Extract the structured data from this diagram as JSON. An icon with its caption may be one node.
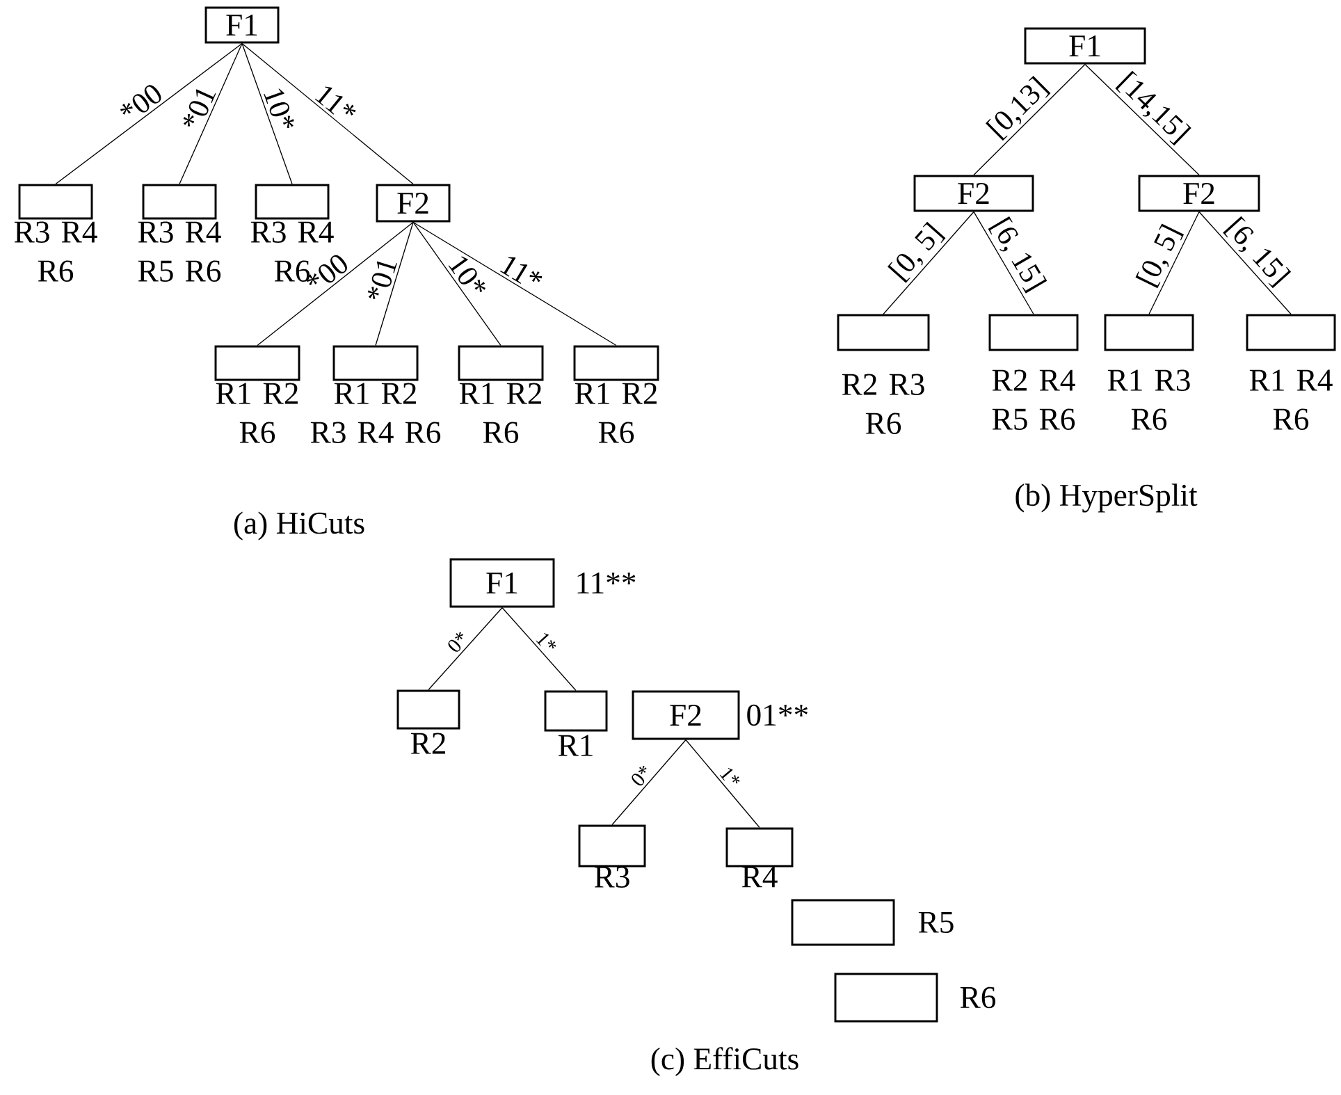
{
  "diagram": {
    "nodes": [
      {
        "text": [
          "F1"
        ]
      },
      {
        "text": [],
        "shape": "box",
        "beside": [
          "R3 R4 R6"
        ]
      },
      {
        "text": [],
        "shape": "box",
        "beside": [
          "R3 R4 R5 R6"
        ]
      },
      {
        "text": [],
        "shape": "box",
        "beside": [
          "R3 R4 R6"
        ]
      },
      {
        "text": [
          "F2"
        ]
      },
      {
        "text": [],
        "shape": "box",
        "beside": [
          "R1 R2 R6"
        ]
      },
      {
        "text": [],
        "shape": "box",
        "beside": [
          "R1 R2 R3 R4 R6"
        ]
      },
      {
        "text": [],
        "shape": "box",
        "beside": [
          "R1 R2 R6"
        ]
      },
      {
        "text": [],
        "shape": "box",
        "beside": [
          "R1 R2 R6"
        ]
      },
      {
        "text": [
          "F1"
        ]
      },
      {
        "text": [
          "F2"
        ]
      },
      {
        "text": [
          "F2"
        ]
      },
      {
        "text": [],
        "shape": "box",
        "beside": [
          "R2 R3 R6"
        ]
      },
      {
        "text": [],
        "shape": "box",
        "beside": [
          "R2 R4 R5 R6"
        ]
      },
      {
        "text": [],
        "shape": "box",
        "beside": [
          "R1 R3 R6"
        ]
      },
      {
        "text": [],
        "shape": "box",
        "beside": [
          "R1 R4 R6"
        ]
      },
      {
        "text": [
          "F1"
        ],
        "beside": [
          "11**"
        ]
      },
      {
        "text": [],
        "shape": "box",
        "beside": [
          "R2"
        ]
      },
      {
        "text": [],
        "shape": "box",
        "beside": [
          "R1"
        ]
      },
      {
        "text": [
          "F2"
        ],
        "beside": [
          "01**"
        ]
      },
      {
        "text": [],
        "shape": "box",
        "beside": [
          "R3"
        ]
      },
      {
        "text": [],
        "shape": "box",
        "beside": [
          "R4"
        ]
      },
      {
        "text": [],
        "shape": "box",
        "beside": [
          "R5"
        ]
      },
      {
        "text": [],
        "shape": "box",
        "beside": [
          "R6"
        ]
      }
    ],
    "edges": [
      {
        "from": 0,
        "to": 1,
        "arrow": "none",
        "label": "*00"
      },
      {
        "from": 0,
        "to": 2,
        "arrow": "none",
        "label": "*01"
      },
      {
        "from": 0,
        "to": 3,
        "arrow": "none",
        "label": "10*"
      },
      {
        "from": 0,
        "to": 4,
        "arrow": "none",
        "label": "11*"
      },
      {
        "from": 4,
        "to": 5,
        "arrow": "none",
        "label": "*00"
      },
      {
        "from": 4,
        "to": 6,
        "arrow": "none",
        "label": "*01"
      },
      {
        "from": 4,
        "to": 7,
        "arrow": "none",
        "label": "10*"
      },
      {
        "from": 4,
        "to": 8,
        "arrow": "none",
        "label": "11*"
      },
      {
        "from": 9,
        "to": 10,
        "arrow": "none",
        "label": "[0,13]"
      },
      {
        "from": 9,
        "to": 11,
        "arrow": "none",
        "label": "[14,15]"
      },
      {
        "from": 10,
        "to": 12,
        "arrow": "none",
        "label": "[0, 5]"
      },
      {
        "from": 10,
        "to": 13,
        "arrow": "none",
        "label": "[6, 15]"
      },
      {
        "from": 11,
        "to": 14,
        "arrow": "none",
        "label": "[0, 5]"
      },
      {
        "from": 11,
        "to": 15,
        "arrow": "none",
        "label": "[6, 15]"
      },
      {
        "from": 16,
        "to": 17,
        "arrow": "none",
        "label": "0*"
      },
      {
        "from": 16,
        "to": 18,
        "arrow": "none",
        "label": "1*"
      },
      {
        "from": 19,
        "to": 20,
        "arrow": "none",
        "label": "0*"
      },
      {
        "from": 19,
        "to": 21,
        "arrow": "none",
        "label": "1*"
      }
    ],
    "labels": [
      "(a) HiCuts",
      "(b) HyperSplit",
      "(c) EffiCuts"
    ]
  }
}
